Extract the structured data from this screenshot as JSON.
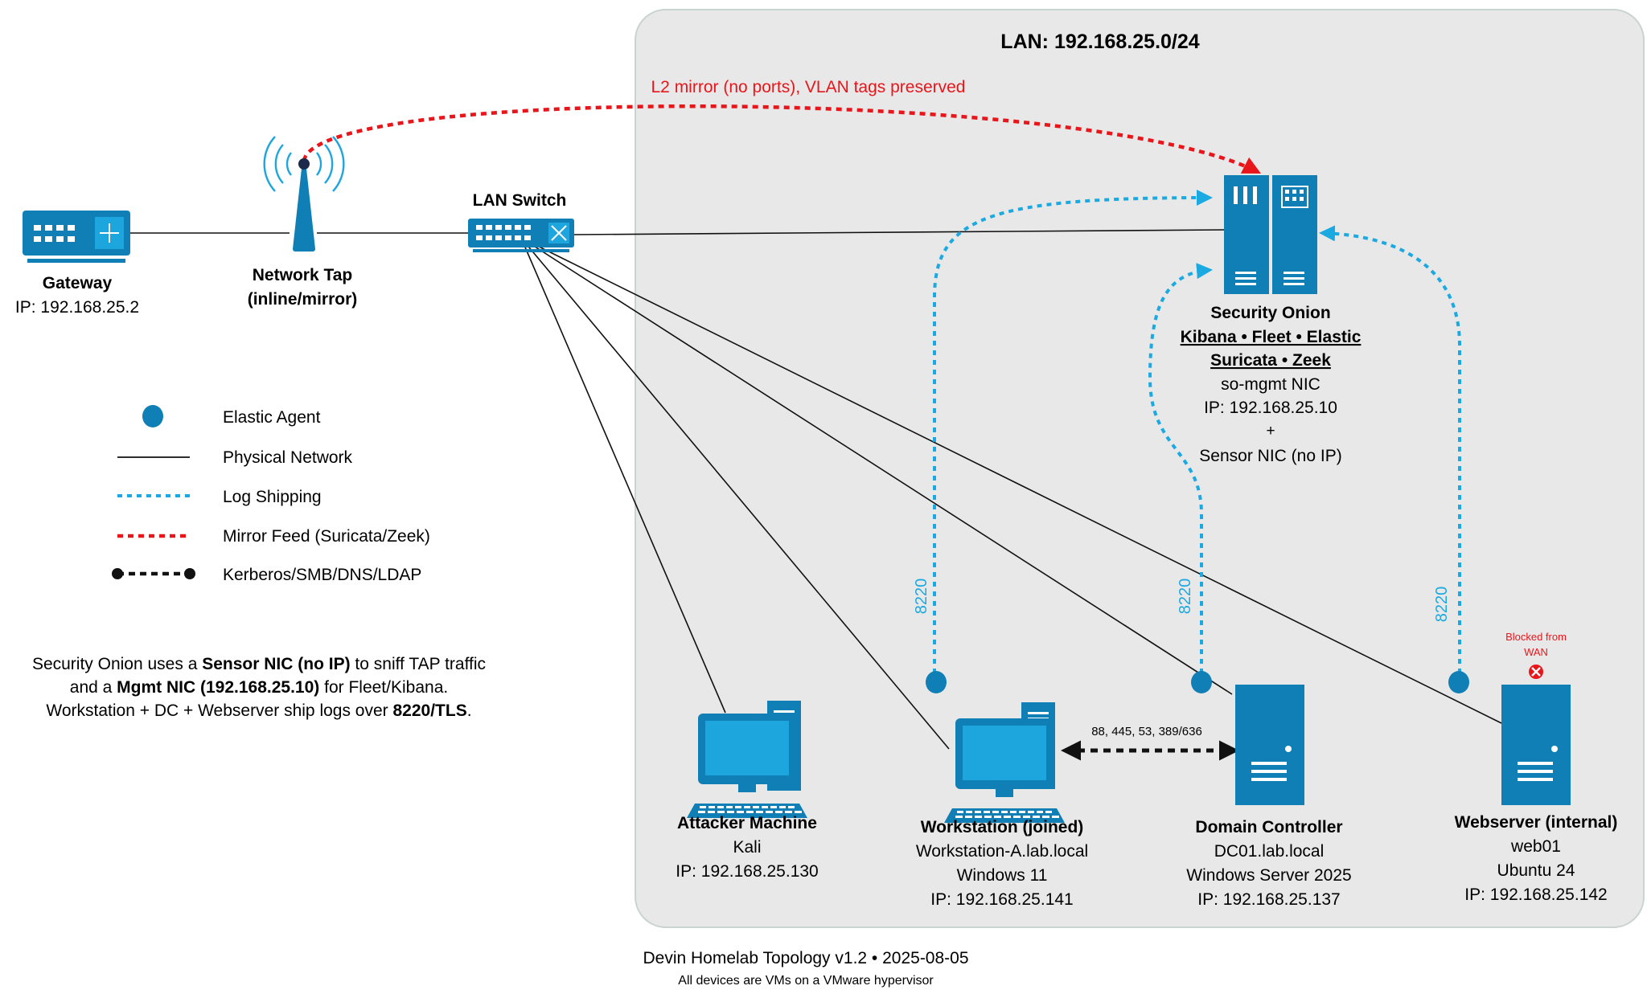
{
  "lan": {
    "title": "LAN: 192.168.25.0/24",
    "mirror_note": "L2 mirror (no ports), VLAN tags preserved"
  },
  "devices": {
    "gateway": {
      "name": "Gateway",
      "ip": "IP: 192.168.25.2"
    },
    "tap": {
      "name": "Network Tap",
      "mode": "(inline/mirror)"
    },
    "switch": {
      "name": "LAN Switch"
    },
    "security_onion": {
      "name": "Security Onion",
      "stack1": "Kibana • Fleet • Elastic",
      "stack2": "Suricata • Zeek",
      "mgmt_nic": "so-mgmt NIC",
      "ip": "IP: 192.168.25.10",
      "plus": "+",
      "sensor_nic": "Sensor NIC (no IP)"
    },
    "attacker": {
      "name": "Attacker Machine",
      "os": "Kali",
      "ip": "IP: 192.168.25.130"
    },
    "workstation": {
      "name": "Workstation (joined)",
      "host": "Workstation-A.lab.local",
      "os": "Windows 11",
      "ip": "IP: 192.168.25.141"
    },
    "dc": {
      "name": "Domain Controller",
      "host": "DC01.lab.local",
      "os": "Windows Server 2025",
      "ip": "IP: 192.168.25.137"
    },
    "webserver": {
      "name": "Webserver (internal)",
      "host": "web01",
      "os": "Ubuntu 24",
      "ip": "IP: 192.168.25.142",
      "blocked1": "Blocked from",
      "blocked2": "WAN"
    }
  },
  "links": {
    "port_label": "8220",
    "kerberos_ports": "88, 445, 53, 389/636"
  },
  "legend": {
    "elastic_agent": "Elastic Agent",
    "physical": "Physical Network",
    "log_shipping": "Log Shipping",
    "mirror_feed": "Mirror Feed (Suricata/Zeek)",
    "kerberos": "Kerberos/SMB/DNS/LDAP"
  },
  "note": {
    "l1a": "Security Onion uses a ",
    "l1b": "Sensor NIC (no IP)",
    "l1c": " to sniff TAP traffic",
    "l2a": "and a ",
    "l2b": "Mgmt NIC (192.168.25.10)",
    "l2c": " for Fleet/Kibana.",
    "l3a": "Workstation + DC + Webserver ship logs over ",
    "l3b": "8220/TLS",
    "l3c": "."
  },
  "footer": {
    "title": "Devin Homelab Topology v1.2 • 2025-08-05",
    "subtitle": "All devices are VMs on a VMware hypervisor"
  },
  "colors": {
    "device_blue": "#0f7fb5",
    "screen_blue": "#1da6dd",
    "log_shipping": "#1ba9e1",
    "mirror_feed": "#e8161b",
    "lan_bg": "#e8e8e8",
    "lan_border": "#c9d3cf"
  }
}
